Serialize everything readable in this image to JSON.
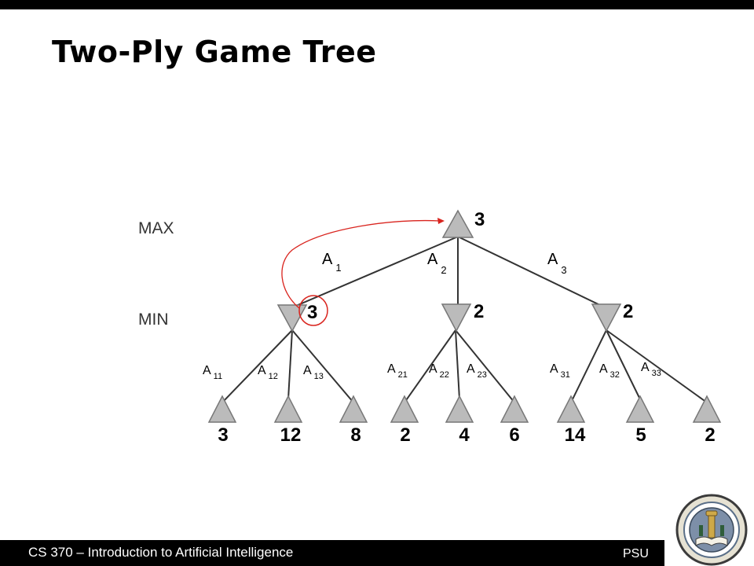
{
  "slide": {
    "title": "Two-Ply Game Tree"
  },
  "levels": {
    "max_label": "MAX",
    "min_label": "MIN"
  },
  "tree": {
    "root_value": "3",
    "branches": [
      {
        "label": "A",
        "sub": "1",
        "min_value": "3",
        "children": [
          {
            "label": "A",
            "sub": "11",
            "value": "3"
          },
          {
            "label": "A",
            "sub": "12",
            "value": "12"
          },
          {
            "label": "A",
            "sub": "13",
            "value": "8"
          }
        ]
      },
      {
        "label": "A",
        "sub": "2",
        "min_value": "2",
        "children": [
          {
            "label": "A",
            "sub": "21",
            "value": "2"
          },
          {
            "label": "A",
            "sub": "22",
            "value": "4"
          },
          {
            "label": "A",
            "sub": "23",
            "value": "6"
          }
        ]
      },
      {
        "label": "A",
        "sub": "3",
        "min_value": "2",
        "children": [
          {
            "label": "A",
            "sub": "31",
            "value": "14"
          },
          {
            "label": "A",
            "sub": "32",
            "value": "5"
          },
          {
            "label": "A",
            "sub": "33",
            "value": "2"
          }
        ]
      }
    ]
  },
  "footer": {
    "course": "CS 370 – Introduction to Artificial Intelligence",
    "school": "PSU"
  },
  "colors": {
    "node_fill": "#bbbbbb",
    "annotation": "#d9241e",
    "footer_bg": "#000000"
  }
}
